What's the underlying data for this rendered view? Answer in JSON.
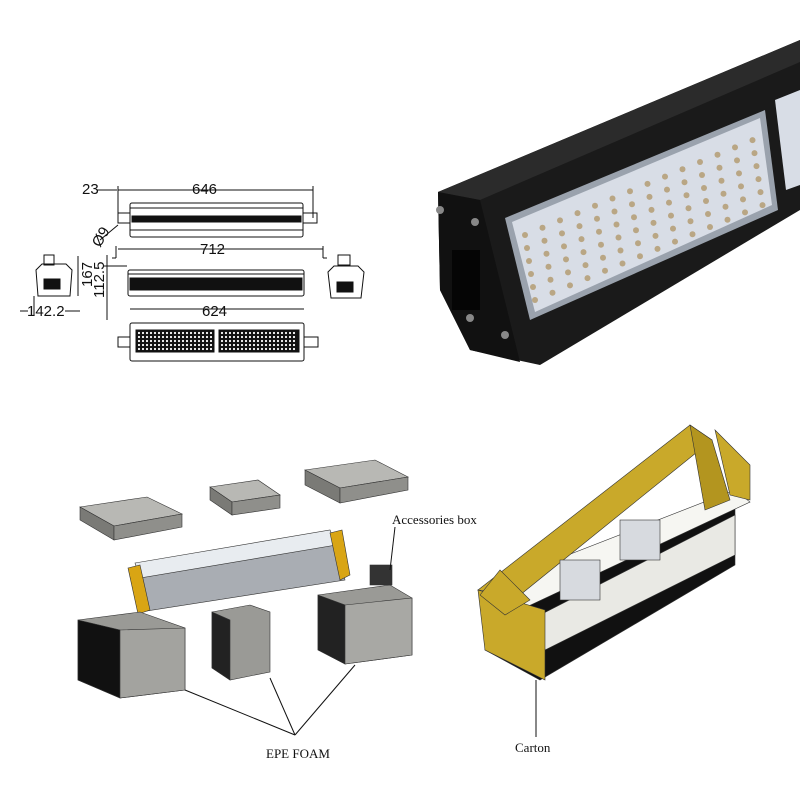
{
  "dimensions": {
    "offset": "23",
    "top_length": "646",
    "hole": "Ø9",
    "total_length": "712",
    "height": "112.5",
    "side_height": "167",
    "width": "142.2",
    "body_length": "624"
  },
  "labels": {
    "accessories": "Accessories box",
    "foam": "EPE FOAM",
    "carton": "Carton"
  },
  "colors": {
    "housing": "#1a1a1a",
    "foam": "#9a9a96",
    "carton": "#c9a92a",
    "led_panel": "#d8dde6"
  }
}
